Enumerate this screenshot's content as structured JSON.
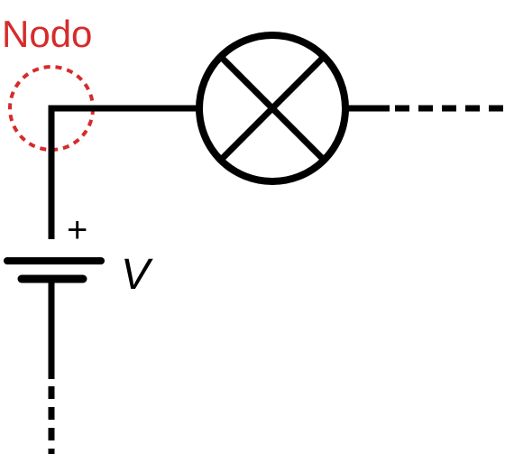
{
  "labels": {
    "node": "Nodo",
    "voltage": "V",
    "plus": "+"
  },
  "colors": {
    "wire": "#000000",
    "node_highlight": "#d62b2b",
    "background": "#ffffff"
  },
  "components": {
    "lamp": "lamp-symbol",
    "battery": "battery-symbol"
  }
}
